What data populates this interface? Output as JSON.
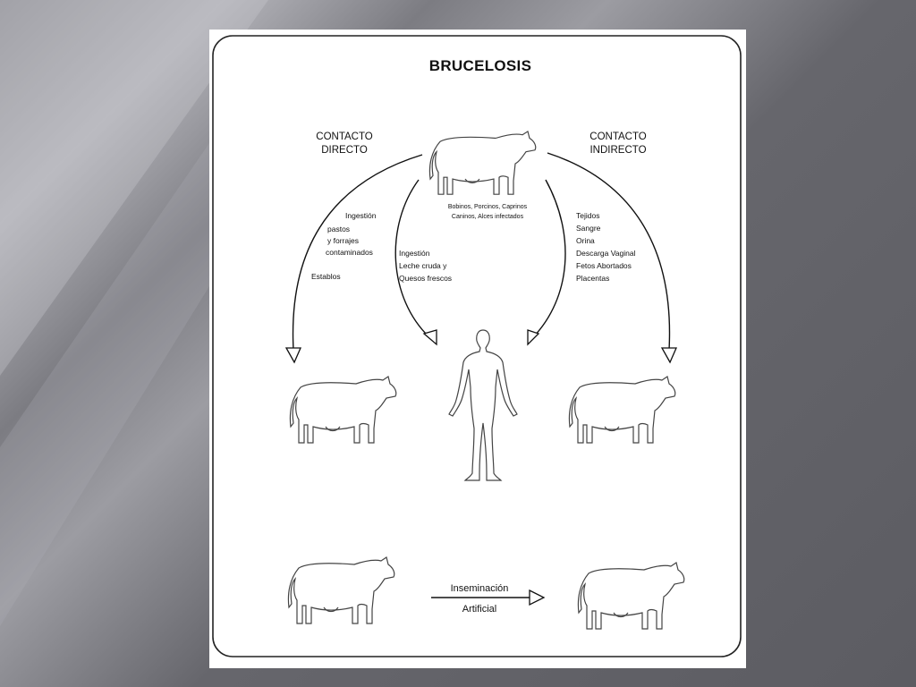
{
  "title": "BRUCELOSIS",
  "direct": {
    "line1": "CONTACTO",
    "line2": "DIRECTO"
  },
  "indirect": {
    "line1": "CONTACTO",
    "line2": "INDIRECTO"
  },
  "source_animals": {
    "line1": "Bobinos, Porcinos, Caprinos",
    "line2": "Caninos, Alces infectados"
  },
  "ingestion_pastures": {
    "l1": "Ingestión",
    "l2": "pastos",
    "l3": "y forrajes",
    "l4": "contaminados"
  },
  "stables": "Establos",
  "ingestion_milk": {
    "l1": "Ingestión",
    "l2": "Leche cruda y",
    "l3": "Quesos frescos"
  },
  "indirect_items": [
    "Tejidos",
    "Sangre",
    "Orina",
    "Descarga Vaginal",
    "Fetos Abortados",
    "Placentas"
  ],
  "insemination": {
    "line1": "Inseminación",
    "line2": "Artificial"
  },
  "icons": [
    "cow-icon",
    "human-icon"
  ]
}
